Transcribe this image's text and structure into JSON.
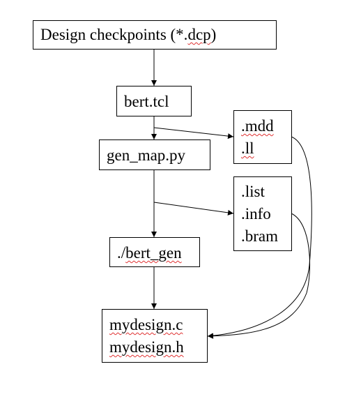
{
  "nodes": {
    "checkpoints": {
      "prefix": "Design checkpoints (*.",
      "ext": "dcp",
      "suffix": ")"
    },
    "bert_tcl": {
      "label": "bert.tcl"
    },
    "mdd_ll": {
      "lines": [
        ".mdd",
        ".ll"
      ]
    },
    "gen_map": {
      "label": "gen_map.py"
    },
    "list_info_bram": {
      "lines": [
        ".list",
        ".info",
        ".bram"
      ]
    },
    "bert_gen": {
      "prefix": "./",
      "label": "bert_gen"
    },
    "mydesign": {
      "lines": [
        "mydesign.c",
        "mydesign.h"
      ]
    }
  }
}
